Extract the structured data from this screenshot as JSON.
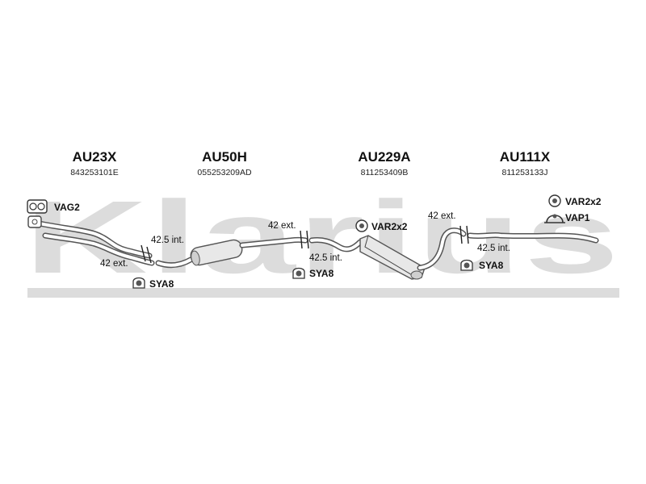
{
  "watermark": "Klarius",
  "parts": [
    {
      "code": "AU23X",
      "number": "843253101E"
    },
    {
      "code": "AU50H",
      "number": "055253209AD"
    },
    {
      "code": "AU229A",
      "number": "811253409B"
    },
    {
      "code": "AU111X",
      "number": "811253133J"
    }
  ],
  "accessories": {
    "gasket": "VAG2",
    "clamp_left": "SYA8",
    "clamp_mid": "SYA8",
    "rubber_mid": "VAR2x2",
    "clamp_right": "SYA8",
    "rubber_right": "VAR2x2",
    "hanger_right": "VAP1"
  },
  "joints": {
    "j1_int": "42.5 int.",
    "j1_ext": "42 ext.",
    "j2_ext": "42 ext.",
    "j2_int": "42.5 int.",
    "j3_ext": "42 ext.",
    "j3_int": "42.5 int."
  }
}
